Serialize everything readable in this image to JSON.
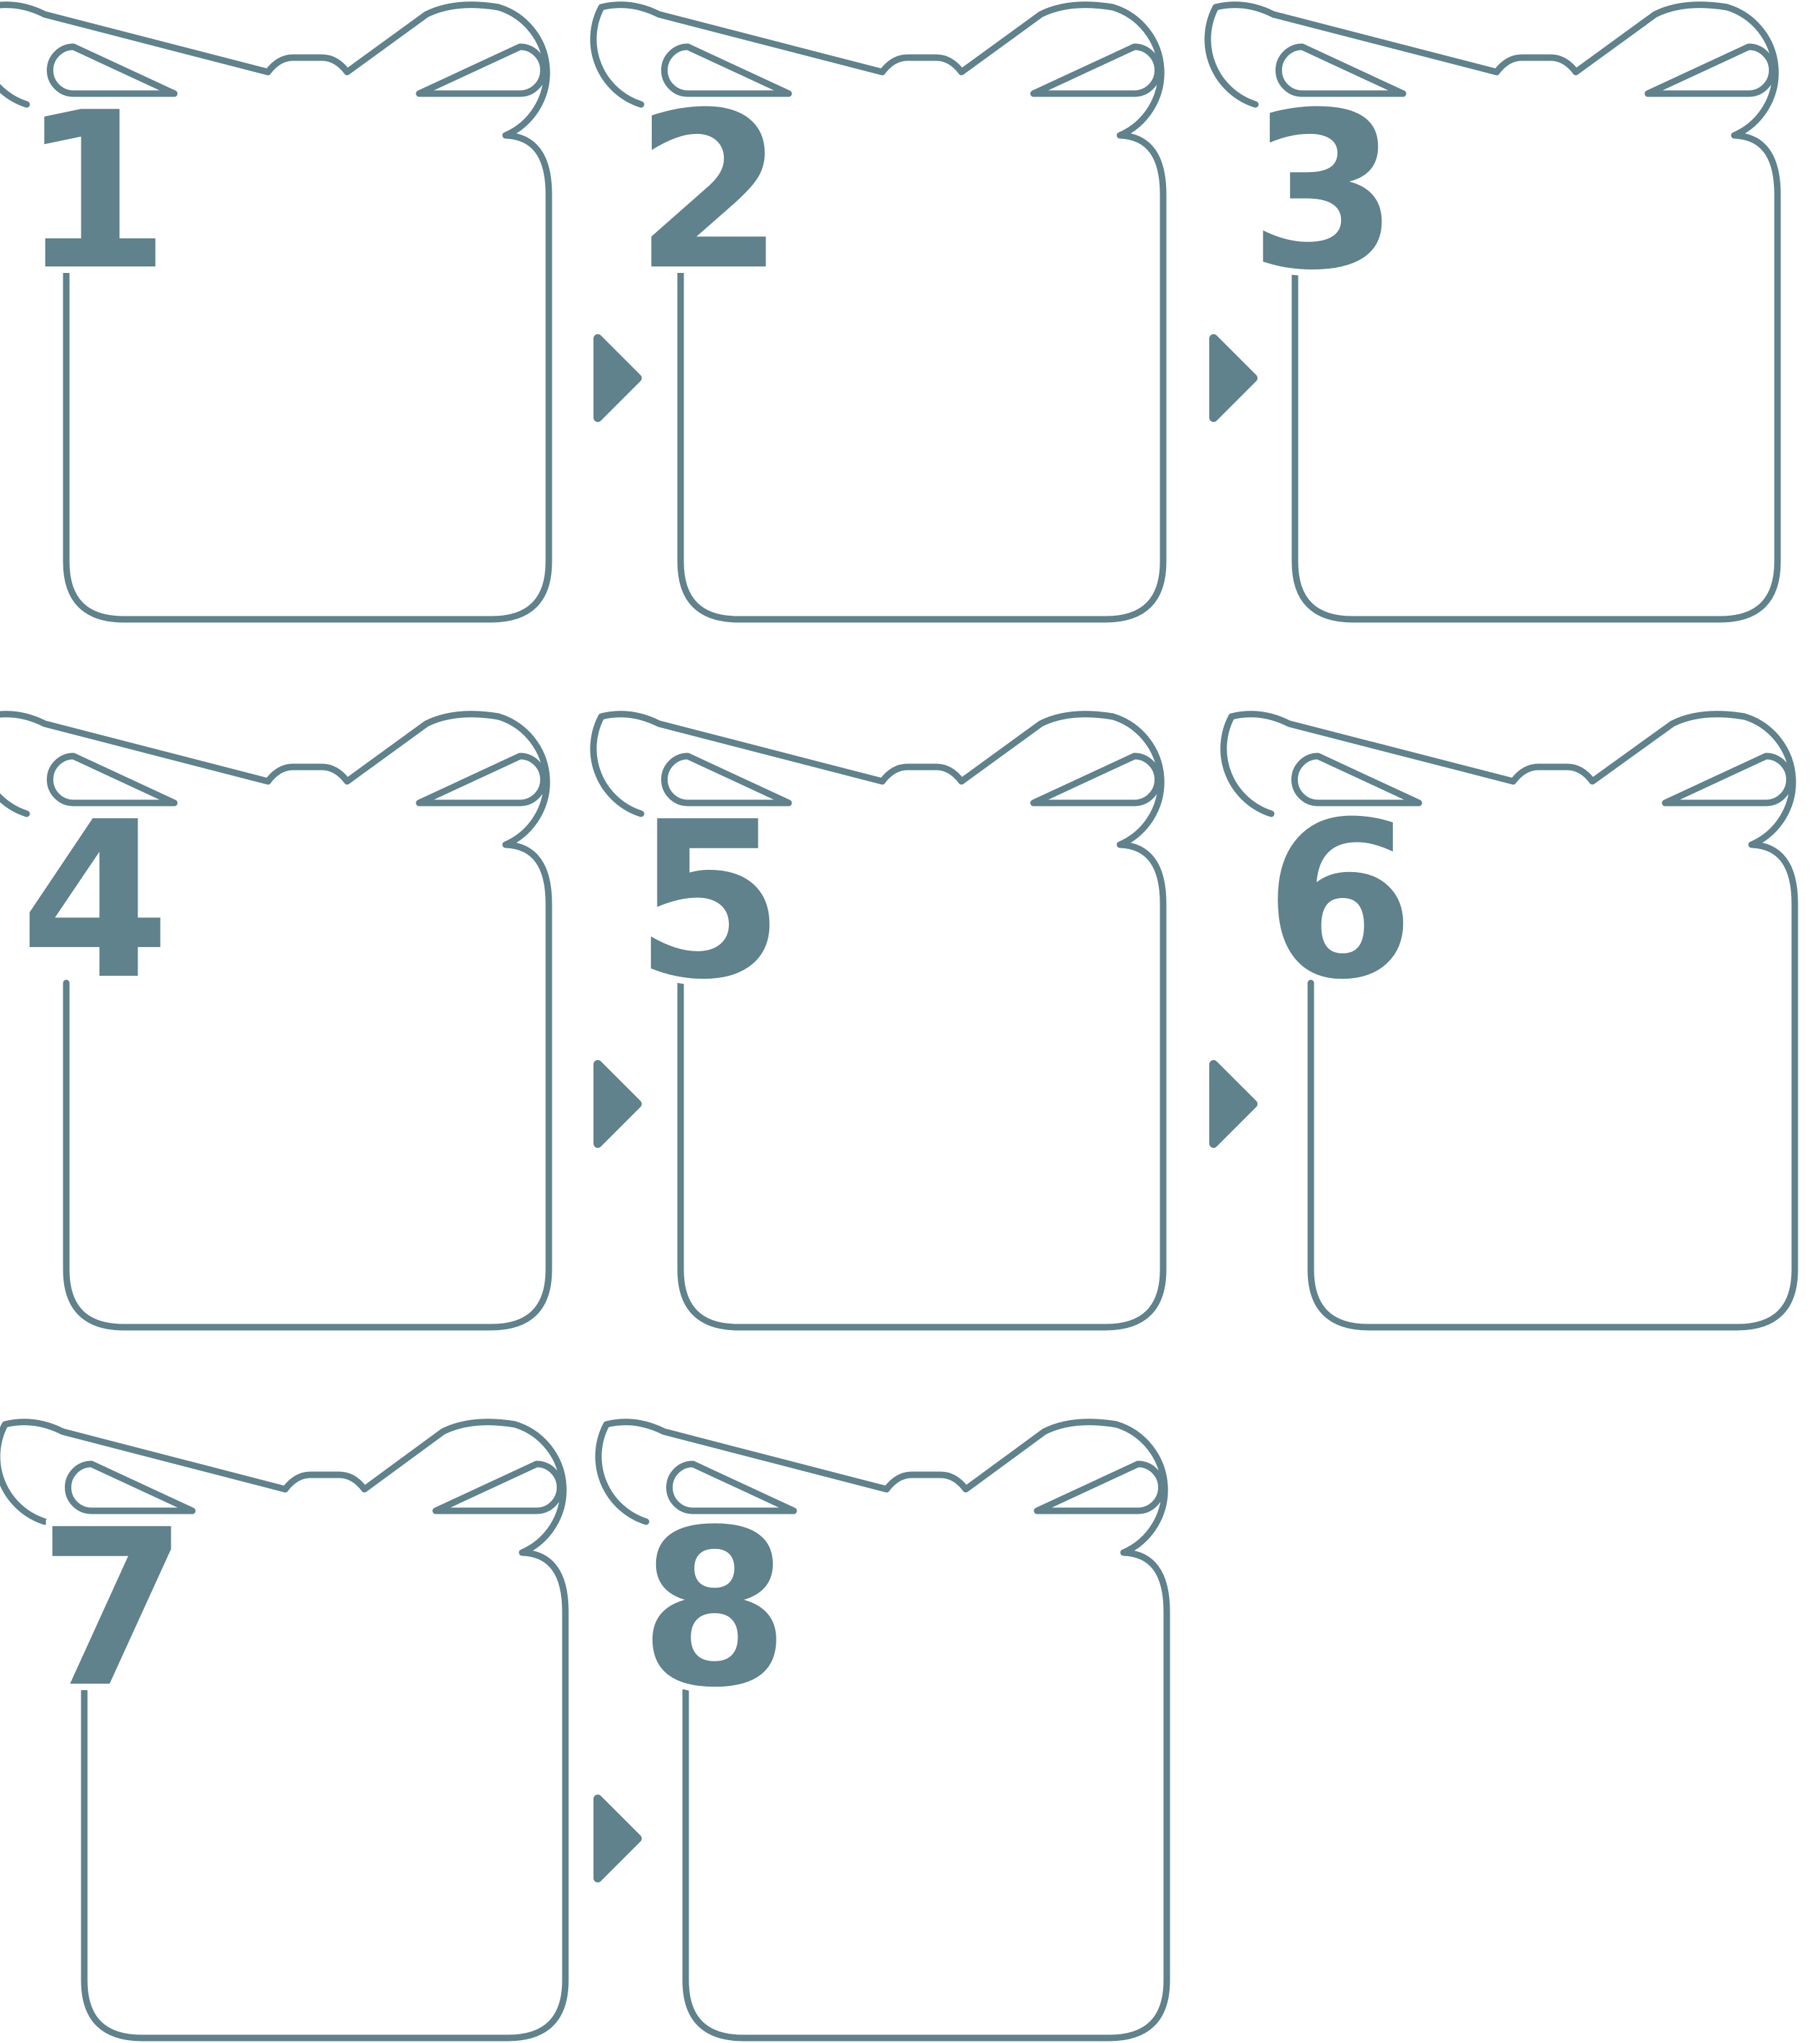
{
  "colors": {
    "stroke": "#5f828c",
    "accent": "#5f828c",
    "background": "#ffffff"
  },
  "steps": [
    {
      "number": "1"
    },
    {
      "number": "2"
    },
    {
      "number": "3"
    },
    {
      "number": "4"
    },
    {
      "number": "5"
    },
    {
      "number": "6"
    },
    {
      "number": "7"
    },
    {
      "number": "8"
    }
  ],
  "connectors": [
    {
      "from": "1",
      "to": "2",
      "icon": "triangle-arrow-right-icon"
    },
    {
      "from": "2",
      "to": "3",
      "icon": "triangle-arrow-right-icon"
    },
    {
      "from": "4",
      "to": "5",
      "icon": "triangle-arrow-right-icon"
    },
    {
      "from": "5",
      "to": "6",
      "icon": "triangle-arrow-right-icon"
    },
    {
      "from": "7",
      "to": "8",
      "icon": "triangle-arrow-right-icon"
    }
  ]
}
